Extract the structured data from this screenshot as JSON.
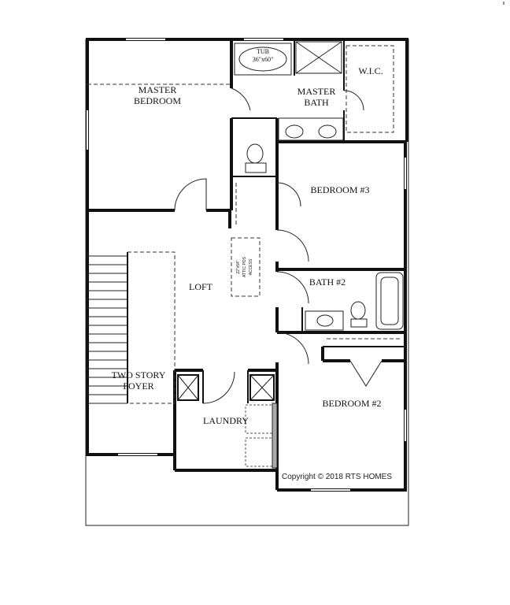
{
  "plan": {
    "rooms": {
      "master_bedroom": [
        "MASTER",
        "BEDROOM"
      ],
      "master_bath": [
        "MASTER",
        "BATH"
      ],
      "wic": "W.I.C.",
      "bedroom3": "BEDROOM #3",
      "loft": "LOFT",
      "bath2": "BATH #2",
      "two_story_foyer": [
        "TWO STORY",
        "FOYER"
      ],
      "laundry": "LAUNDRY",
      "bedroom2": "BEDROOM #2"
    },
    "tub_label": [
      "TUB",
      "36\"x60\""
    ],
    "attic_label": [
      "22\"x54\"",
      "ATTIC POS",
      "ACCESS"
    ],
    "copyright": "Copyright © 2018 RTS HOMES"
  }
}
